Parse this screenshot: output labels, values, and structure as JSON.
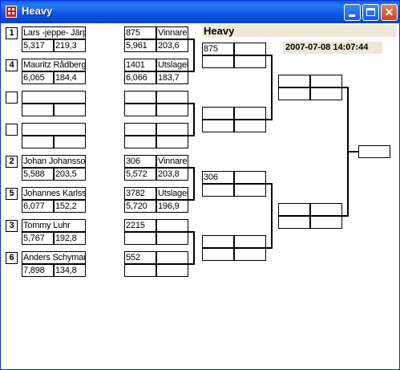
{
  "window": {
    "title": "Heavy"
  },
  "heading": "Heavy",
  "datetime": "2007-07-08 14:07:44",
  "matches": [
    {
      "top": {
        "seed": "1",
        "name": "Lars -jeppe- Järpler",
        "val1": "5,317",
        "val2": "219,3"
      },
      "bottom": {
        "seed": "4",
        "name": "Mauritz Rådberg",
        "val1": "6,065",
        "val2": "184,4"
      },
      "result_top": {
        "num": "875",
        "label": "Vinnare",
        "val1": "5,961",
        "val2": "203,6"
      },
      "result_bottom": {
        "num": "1401",
        "label": "Utslagen",
        "val1": "6,066",
        "val2": "183,7"
      }
    },
    {
      "top": {
        "seed": "",
        "name": "",
        "val1": "",
        "val2": ""
      },
      "bottom": {
        "seed": "",
        "name": "",
        "val1": "",
        "val2": ""
      },
      "result_top": {
        "num": "",
        "label": "",
        "val1": "",
        "val2": ""
      },
      "result_bottom": {
        "num": "",
        "label": "",
        "val1": "",
        "val2": ""
      }
    },
    {
      "top": {
        "seed": "2",
        "name": "Johan Johansson",
        "val1": "5,588",
        "val2": "203,5"
      },
      "bottom": {
        "seed": "5",
        "name": "Johannes Karlsson",
        "val1": "6,077",
        "val2": "152,2"
      },
      "result_top": {
        "num": "306",
        "label": "Vinnare",
        "val1": "5,572",
        "val2": "203,8"
      },
      "result_bottom": {
        "num": "3782",
        "label": "Utslagen",
        "val1": "5,720",
        "val2": "196,9"
      }
    },
    {
      "top": {
        "seed": "3",
        "name": "Tommy Luhr",
        "val1": "5,767",
        "val2": "192,8"
      },
      "bottom": {
        "seed": "6",
        "name": "Anders Schyman",
        "val1": "7,898",
        "val2": "134,8"
      },
      "result_top": {
        "num": "2215",
        "label": "",
        "val1": "",
        "val2": ""
      },
      "result_bottom": {
        "num": "552",
        "label": "",
        "val1": "",
        "val2": ""
      }
    }
  ],
  "round2": [
    {
      "num": "875",
      "label": "",
      "val1": "",
      "val2": ""
    },
    {
      "num": "",
      "label": "",
      "val1": "",
      "val2": ""
    },
    {
      "num": "306",
      "label": "",
      "val1": "",
      "val2": ""
    },
    {
      "num": "",
      "label": "",
      "val1": "",
      "val2": ""
    }
  ],
  "round3": [
    {
      "num": "",
      "label": "",
      "val1": "",
      "val2": ""
    },
    {
      "num": "",
      "label": "",
      "val1": "",
      "val2": ""
    }
  ],
  "final": {
    "num": ""
  }
}
